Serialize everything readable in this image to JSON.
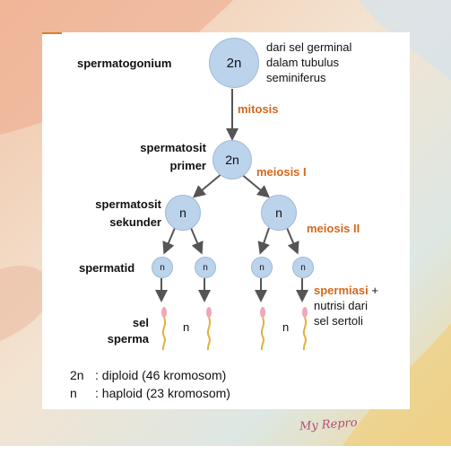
{
  "labels": {
    "spermatogonium": "spermatogonium",
    "spermatosit_primer": [
      "spermatosit",
      "primer"
    ],
    "spermatosit_sekunder": [
      "spermatosit",
      "sekunder"
    ],
    "spermatid": "spermatid",
    "sel_sperma": [
      "sel",
      "sperma"
    ]
  },
  "notes": {
    "origin": [
      "dari sel germinal",
      "dalam tubulus",
      "seminiferus"
    ],
    "spermiasi": "spermiasi",
    "spermiasi_rest": " +",
    "nutrisi": [
      "nutrisi dari",
      "sel sertoli"
    ]
  },
  "processes": {
    "mitosis": "mitosis",
    "meiosis1": "meiosis I",
    "meiosis2": "meiosis II"
  },
  "cells": {
    "diploid": "2n",
    "haploid": "n"
  },
  "legend": [
    {
      "symbol": "2n",
      "text": ": diploid (46 kromosom)"
    },
    {
      "symbol": "n",
      "text": ": haploid (23 kromosom)"
    }
  ],
  "signature": "My Repro",
  "colors": {
    "cell_fill": "#bcd3ec",
    "process_text": "#d2691e",
    "arrow": "#555555"
  }
}
